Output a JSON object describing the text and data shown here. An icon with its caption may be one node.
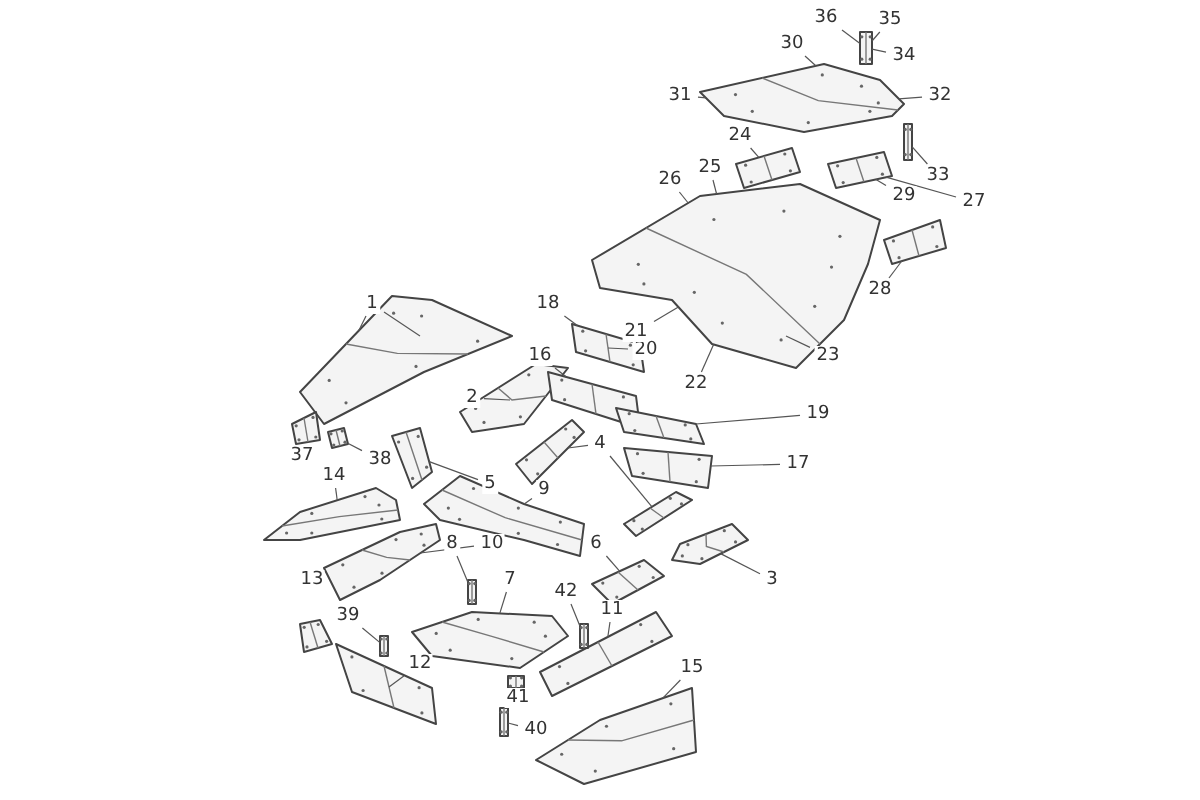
{
  "diagram": {
    "nodes": [
      {
        "text": [
          "1"
        ]
      },
      {
        "text": [
          "2"
        ]
      },
      {
        "text": [
          "3"
        ]
      },
      {
        "text": [
          "4"
        ]
      },
      {
        "text": [
          "5"
        ]
      },
      {
        "text": [
          "6"
        ]
      },
      {
        "text": [
          "7"
        ]
      },
      {
        "text": [
          "8"
        ]
      },
      {
        "text": [
          "9"
        ]
      },
      {
        "text": [
          "10"
        ]
      },
      {
        "text": [
          "11"
        ]
      },
      {
        "text": [
          "12"
        ]
      },
      {
        "text": [
          "13"
        ]
      },
      {
        "text": [
          "14"
        ]
      },
      {
        "text": [
          "15"
        ]
      },
      {
        "text": [
          "16"
        ]
      },
      {
        "text": [
          "17"
        ]
      },
      {
        "text": [
          "18"
        ]
      },
      {
        "text": [
          "19"
        ]
      },
      {
        "text": [
          "20"
        ]
      },
      {
        "text": [
          "21"
        ]
      },
      {
        "text": [
          "22"
        ]
      },
      {
        "text": [
          "23"
        ]
      },
      {
        "text": [
          "24"
        ]
      },
      {
        "text": [
          "25"
        ]
      },
      {
        "text": [
          "26"
        ]
      },
      {
        "text": [
          "27"
        ]
      },
      {
        "text": [
          "28"
        ]
      },
      {
        "text": [
          "29"
        ]
      },
      {
        "text": [
          "30"
        ]
      },
      {
        "text": [
          "31"
        ]
      },
      {
        "text": [
          "32"
        ]
      },
      {
        "text": [
          "33"
        ]
      },
      {
        "text": [
          "34"
        ]
      },
      {
        "text": [
          "35"
        ]
      },
      {
        "text": [
          "36"
        ]
      },
      {
        "text": [
          "37"
        ]
      },
      {
        "text": [
          "38"
        ]
      },
      {
        "text": [
          "39"
        ]
      },
      {
        "text": [
          "40"
        ]
      },
      {
        "text": [
          "41"
        ]
      },
      {
        "text": [
          "42"
        ]
      },
      {
        "text": [],
        "shape": "picture"
      },
      {
        "text": [],
        "shape": "picture"
      },
      {
        "text": [],
        "shape": "picture"
      },
      {
        "text": [],
        "shape": "picture"
      },
      {
        "text": [],
        "shape": "picture"
      },
      {
        "text": [],
        "shape": "picture"
      },
      {
        "text": [],
        "shape": "picture"
      },
      {
        "text": [],
        "shape": "picture"
      },
      {
        "text": [],
        "shape": "picture"
      },
      {
        "text": [],
        "shape": "picture"
      },
      {
        "text": [],
        "shape": "picture"
      },
      {
        "text": [],
        "shape": "picture"
      },
      {
        "text": [],
        "shape": "picture"
      },
      {
        "text": [],
        "shape": "picture"
      },
      {
        "text": [],
        "shape": "picture"
      },
      {
        "text": [],
        "shape": "picture"
      },
      {
        "text": [],
        "shape": "picture"
      },
      {
        "text": [],
        "shape": "picture"
      },
      {
        "text": [],
        "shape": "picture"
      },
      {
        "text": [],
        "shape": "picture"
      },
      {
        "text": [],
        "shape": "picture"
      },
      {
        "text": [],
        "shape": "picture"
      },
      {
        "text": [],
        "shape": "picture"
      },
      {
        "text": [],
        "shape": "picture"
      },
      {
        "text": [],
        "shape": "picture"
      },
      {
        "text": [],
        "shape": "picture"
      },
      {
        "text": [],
        "shape": "picture"
      },
      {
        "text": [],
        "shape": "picture"
      },
      {
        "text": [],
        "shape": "picture"
      },
      {
        "text": [],
        "shape": "picture"
      },
      {
        "text": [],
        "shape": "picture"
      },
      {
        "text": [],
        "shape": "picture"
      },
      {
        "text": [],
        "shape": "picture"
      }
    ],
    "edges": [
      {
        "from": 0,
        "to": 47,
        "arrow": "none"
      },
      {
        "from": 0,
        "to": 47,
        "arrow": "none"
      },
      {
        "from": 1,
        "to": 48,
        "arrow": "none"
      },
      {
        "from": 2,
        "to": 52,
        "arrow": "none"
      },
      {
        "from": 3,
        "to": 49,
        "arrow": "none"
      },
      {
        "from": 3,
        "to": 51,
        "arrow": "none"
      },
      {
        "from": 4,
        "to": 50,
        "arrow": "none"
      },
      {
        "from": 5,
        "to": 53,
        "arrow": "none"
      },
      {
        "from": 6,
        "to": 57,
        "arrow": "none"
      },
      {
        "from": 7,
        "to": 68,
        "arrow": "none"
      },
      {
        "from": 8,
        "to": 54,
        "arrow": "none"
      },
      {
        "from": 9,
        "to": 55,
        "arrow": "none"
      },
      {
        "from": 10,
        "to": 60,
        "arrow": "none"
      },
      {
        "from": 11,
        "to": 58,
        "arrow": "none"
      },
      {
        "from": 13,
        "to": 56,
        "arrow": "none"
      },
      {
        "from": 14,
        "to": 61,
        "arrow": "none"
      },
      {
        "from": 15,
        "to": 63,
        "arrow": "none"
      },
      {
        "from": 16,
        "to": 65,
        "arrow": "none"
      },
      {
        "from": 17,
        "to": 62,
        "arrow": "none"
      },
      {
        "from": 18,
        "to": 64,
        "arrow": "none"
      },
      {
        "from": 19,
        "to": 62,
        "arrow": "none"
      },
      {
        "from": 20,
        "to": 42,
        "arrow": "none"
      },
      {
        "from": 21,
        "to": 42,
        "arrow": "none"
      },
      {
        "from": 22,
        "to": 42,
        "arrow": "none"
      },
      {
        "from": 23,
        "to": 44,
        "arrow": "none"
      },
      {
        "from": 24,
        "to": 42,
        "arrow": "none"
      },
      {
        "from": 25,
        "to": 42,
        "arrow": "none"
      },
      {
        "from": 26,
        "to": 45,
        "arrow": "none"
      },
      {
        "from": 27,
        "to": 46,
        "arrow": "none"
      },
      {
        "from": 28,
        "to": 45,
        "arrow": "none"
      },
      {
        "from": 29,
        "to": 43,
        "arrow": "none"
      },
      {
        "from": 30,
        "to": 43,
        "arrow": "none"
      },
      {
        "from": 31,
        "to": 43,
        "arrow": "none"
      },
      {
        "from": 32,
        "to": 73,
        "arrow": "none"
      },
      {
        "from": 33,
        "to": 74,
        "arrow": "none"
      },
      {
        "from": 34,
        "to": 74,
        "arrow": "none"
      },
      {
        "from": 35,
        "to": 74,
        "arrow": "none"
      },
      {
        "from": 37,
        "to": 67,
        "arrow": "none"
      },
      {
        "from": 38,
        "to": 69,
        "arrow": "none"
      },
      {
        "from": 39,
        "to": 70,
        "arrow": "none"
      },
      {
        "from": 41,
        "to": 72,
        "arrow": "none"
      }
    ]
  }
}
